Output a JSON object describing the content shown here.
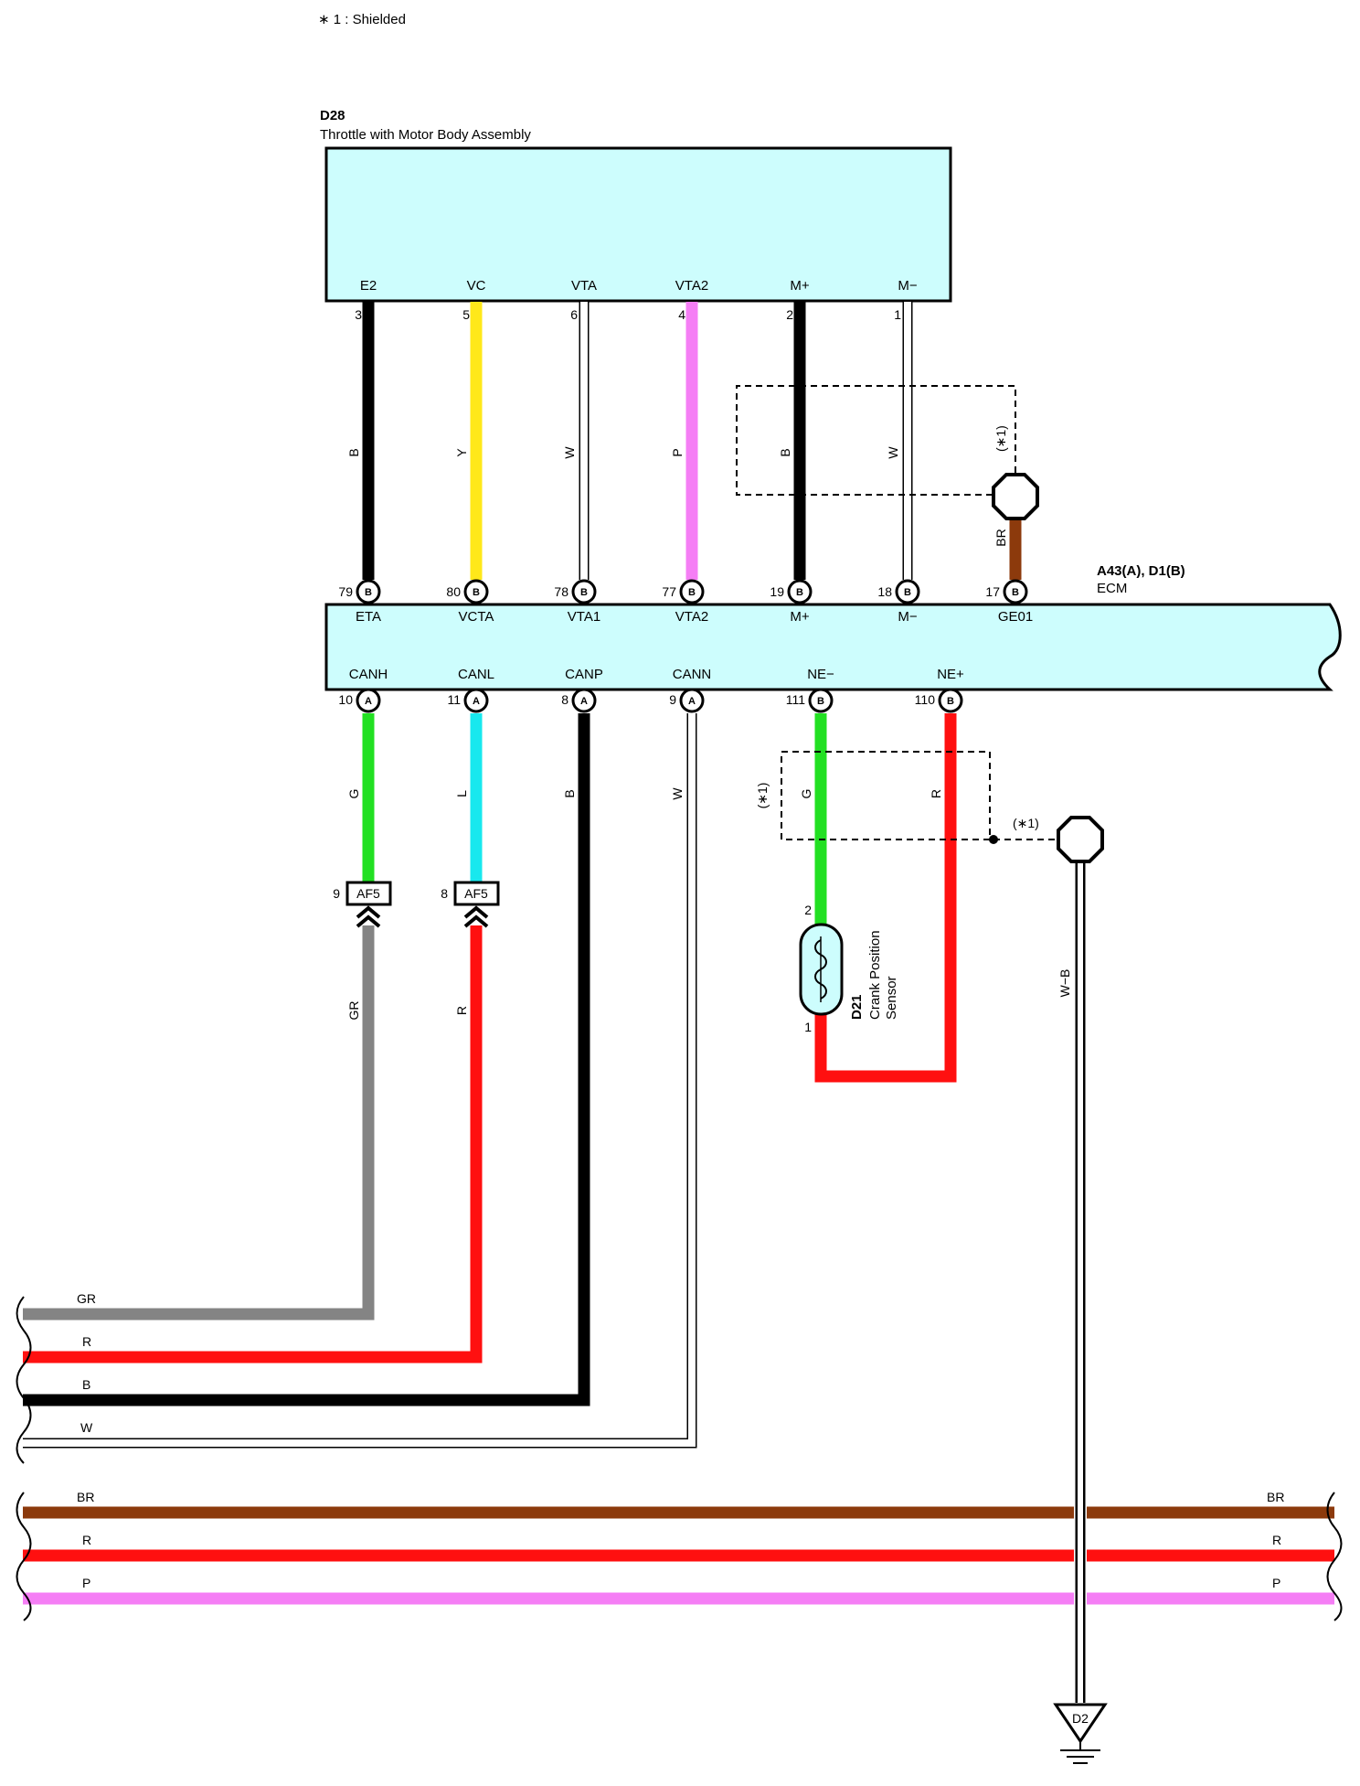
{
  "note": "∗ 1 : Shielded",
  "colors": {
    "body_fill": "#cdfdfd",
    "B": "#000000",
    "Y": "#ffe81a",
    "W": "#ffffff",
    "P": "#f57ef5",
    "BR": "#8c3a0c",
    "G": "#22e022",
    "L": "#18e8ee",
    "R": "#ff1010",
    "GR": "#848484"
  },
  "throttle": {
    "code": "D28",
    "name": "Throttle with Motor Body Assembly",
    "pins": [
      "E2",
      "VC",
      "VTA",
      "VTA2",
      "M+",
      "M−"
    ],
    "pin_numbers": [
      "3",
      "5",
      "6",
      "4",
      "2",
      "1"
    ]
  },
  "ecm": {
    "code": "A43(A), D1(B)",
    "name": "ECM",
    "top_pins": [
      "ETA",
      "VCTA",
      "VTA1",
      "VTA2",
      "M+",
      "M−",
      "GE01"
    ],
    "top_numbers": [
      "79",
      "80",
      "78",
      "77",
      "19",
      "18",
      "17"
    ],
    "top_connector": "B",
    "bottom_pins": [
      "CANH",
      "CANL",
      "CANP",
      "CANN",
      "NE−",
      "NE+"
    ],
    "bottom_numbers": [
      "10",
      "11",
      "8",
      "9",
      "111",
      "110"
    ],
    "bottom_connectors": [
      "A",
      "A",
      "A",
      "A",
      "B",
      "B"
    ]
  },
  "wires_upper": [
    "B",
    "Y",
    "W",
    "P",
    "B",
    "W"
  ],
  "shield_ground_wire": "BR",
  "shield_marks": [
    "(∗1)",
    "(∗1)",
    "(∗1)"
  ],
  "wires_lower": [
    "G",
    "L",
    "B",
    "W",
    "G",
    "R"
  ],
  "junction": {
    "code": "AF5",
    "pins": [
      "9",
      "8"
    ]
  },
  "wires_after_junction": [
    "GR",
    "R"
  ],
  "crank_sensor": {
    "code": "D21",
    "name_line1": "Crank Position",
    "name_line2": "Sensor",
    "pins": [
      "2",
      "1"
    ]
  },
  "ground_wire": "W−B",
  "ground": "D2",
  "bus_left": [
    "GR",
    "R",
    "B",
    "W"
  ],
  "bus_through": [
    "BR",
    "R",
    "P"
  ]
}
